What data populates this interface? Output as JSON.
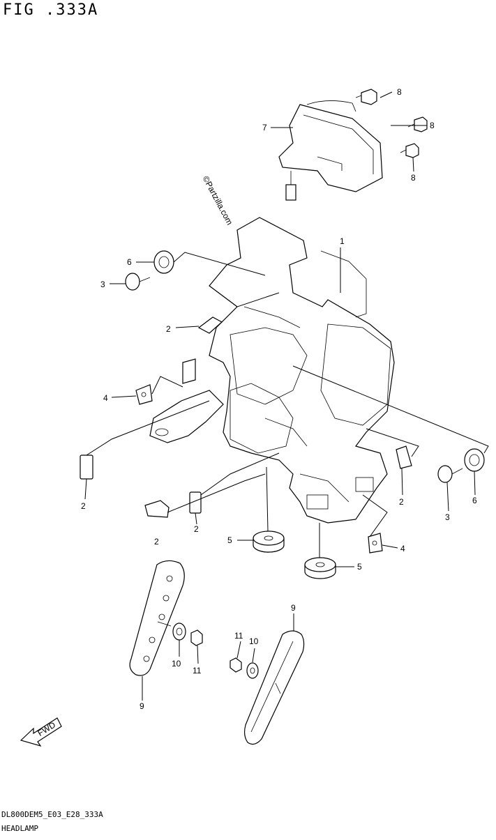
{
  "figure": {
    "title": "FIG .333A",
    "code": "DL800DEM5_E03_E28_333A",
    "name": "HEADLAMP",
    "watermark": "©Partzilla.com"
  },
  "callouts": [
    "1",
    "2",
    "2",
    "2",
    "2",
    "2",
    "3",
    "3",
    "4",
    "4",
    "5",
    "5",
    "6",
    "6",
    "7",
    "8",
    "8",
    "8",
    "9",
    "9",
    "10",
    "10",
    "11",
    "11"
  ],
  "fwd_label": "FWD",
  "colors": {
    "line": "#000000",
    "background": "#ffffff"
  }
}
